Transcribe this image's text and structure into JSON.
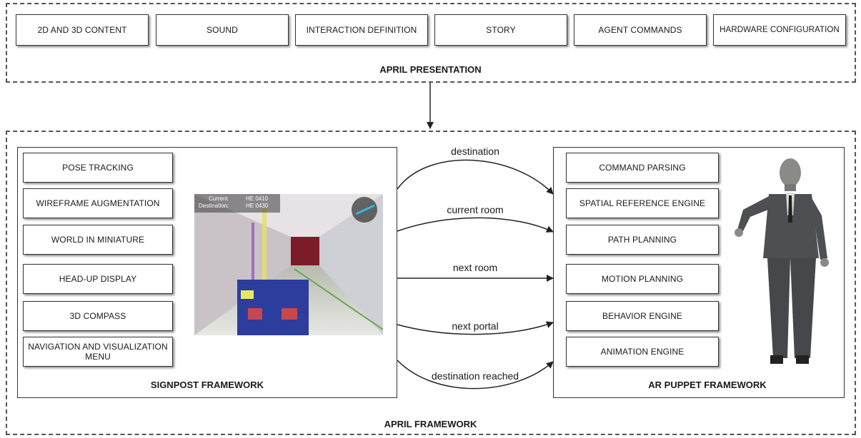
{
  "presentation": {
    "title": "APRIL PRESENTATION",
    "boxes": [
      "2D AND 3D CONTENT",
      "SOUND",
      "INTERACTION DEFINITION",
      "STORY",
      "AGENT COMMANDS",
      "HARDWARE CONFIGURATION"
    ]
  },
  "framework": {
    "title": "APRIL FRAMEWORK",
    "signpost": {
      "title": "SIGNPOST FRAMEWORK",
      "boxes": [
        "POSE TRACKING",
        "WIREFRAME AUGMENTATION",
        "WORLD IN MINIATURE",
        "HEAD-UP DISPLAY",
        "3D COMPASS",
        "NAVIGATION AND VISUALIZATION MENU"
      ],
      "screenshot_overlay": [
        "Current",
        "Destination:",
        "HE 0410",
        "HE 0430"
      ]
    },
    "puppet": {
      "title": "AR PUPPET FRAMEWORK",
      "boxes": [
        "COMMAND PARSING",
        "SPATIAL REFERENCE ENGINE",
        "PATH PLANNING",
        "MOTION PLANNING",
        "BEHAVIOR  ENGINE",
        "ANIMATION ENGINE"
      ]
    },
    "messages": [
      "destination",
      "current room",
      "next room",
      "next portal",
      "destination reached"
    ]
  }
}
